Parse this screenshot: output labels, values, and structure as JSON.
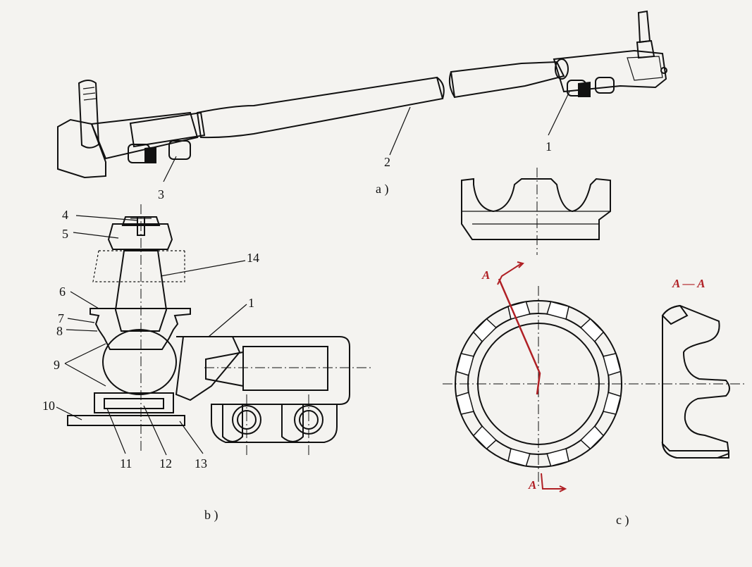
{
  "captions": {
    "a": "a )",
    "b": "b )",
    "c": "c )"
  },
  "part_numbers_a": {
    "p1": "1",
    "p2": "2",
    "p3": "3"
  },
  "part_numbers_b": {
    "p4": "4",
    "p5": "5",
    "p6": "6",
    "p7": "7",
    "p8": "8",
    "p9": "9",
    "p10": "10",
    "p11": "11",
    "p12": "12",
    "p13": "13",
    "p14": "14",
    "p1": "1"
  },
  "section": {
    "mark_top": "A",
    "mark_bottom": "A",
    "title": "A — A"
  },
  "colors": {
    "ink": "#111111",
    "section_red": "#b02025",
    "paper": "#f4f3f0"
  }
}
